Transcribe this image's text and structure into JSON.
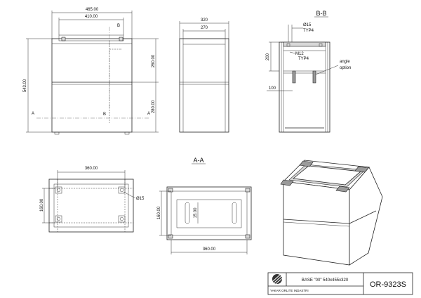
{
  "front_view": {
    "dim_width": "465.00",
    "dim_inner": "410.00",
    "dim_height": "543.00",
    "dim_upper": "260.00",
    "dim_lower": "280.00",
    "section_a": "A",
    "section_b": "B"
  },
  "side_view": {
    "dim_depth": "320",
    "dim_inner": "270"
  },
  "section_bb": {
    "title": "B-B",
    "hole_dia": "Ø15",
    "hole_typ": "TYP4",
    "thread": "M12",
    "thread_typ": "TYP4",
    "dim_200": "200",
    "dim_100": "100",
    "note_line1": "angle",
    "note_line2": "option"
  },
  "top_view": {
    "dim_width": "360.00",
    "dim_depth": "160.00",
    "hole_dia": "Ø15"
  },
  "section_aa": {
    "title": "A-A",
    "dim_width": "360.00",
    "dim_depth": "160.00",
    "dim_slot": "15.00"
  },
  "title_block": {
    "company": "YAKAR ORLITE INDASTRI",
    "description": "BASE \"00\" 540x455x320",
    "drawing_number": "OR-9323S"
  }
}
